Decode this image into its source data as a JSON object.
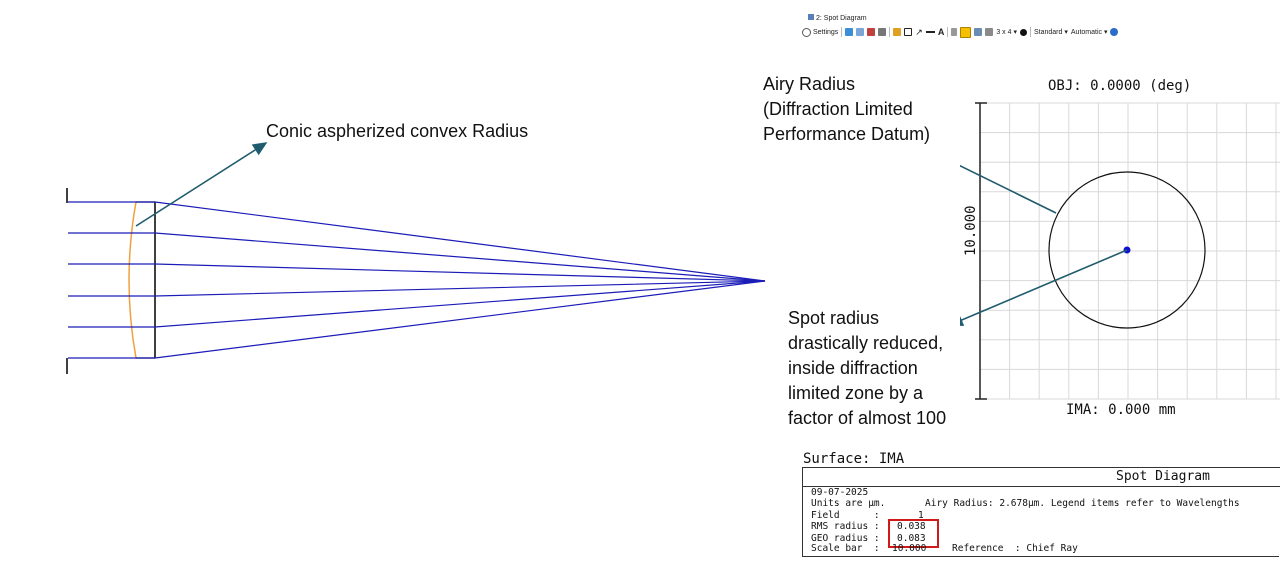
{
  "annotations": {
    "conic": "Conic aspherized convex Radius",
    "airy": [
      "Airy Radius",
      "(Diffraction Limited",
      "Performance Datum)"
    ],
    "spot": [
      "Spot radius",
      "drastically reduced,",
      "inside diffraction",
      "limited zone by a",
      "factor of almost 100"
    ]
  },
  "toolbar": {
    "window_title": "2: Spot Diagram",
    "settings": "Settings",
    "layout": "3 x 4",
    "mode": "Standard",
    "scale_mode": "Automatic"
  },
  "spot_plot": {
    "obj_label": "OBJ: 0.0000 (deg)",
    "ima_label": "IMA: 0.000 mm",
    "scale_label": "10.000"
  },
  "stats": {
    "surface": "Surface: IMA",
    "title": "Spot Diagram",
    "date": "09-07-2025",
    "units": "Units are µm.",
    "airy_note": "Airy Radius: 2.678µm. Legend items refer to Wavelengths",
    "field_label": "Field      :",
    "field_value": "1",
    "rms_label": "RMS radius :",
    "rms_value": "0.038",
    "geo_label": "GEO radius :",
    "geo_value": "0.083",
    "scalebar_label": "Scale bar  :",
    "scalebar_value": "10.000",
    "reference": "Reference  : Chief Ray"
  },
  "colors": {
    "rays": "#1c1cb8",
    "lens": "#f0a040",
    "arrow": "#1f5c6e",
    "spot": "#1010d0",
    "highlight": "#d01a1a"
  }
}
